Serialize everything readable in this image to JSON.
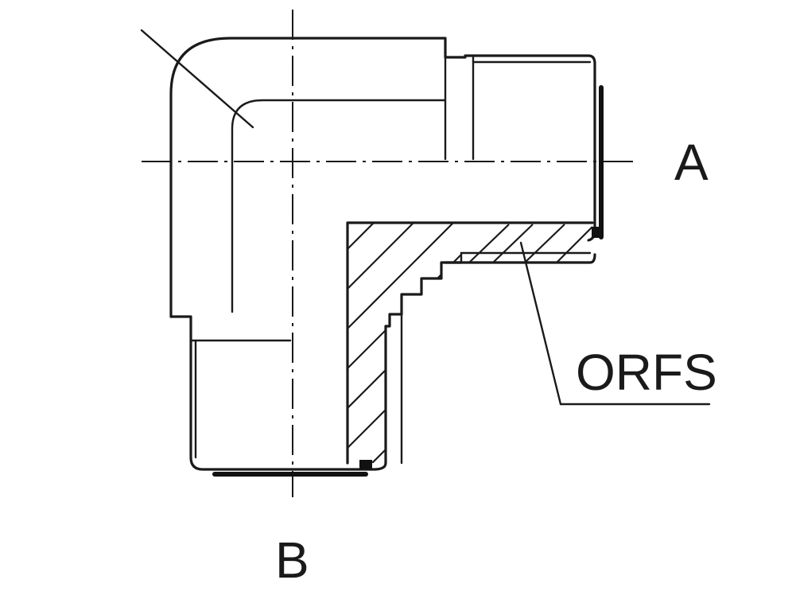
{
  "diagram": {
    "labels": {
      "port_a": "A",
      "port_b": "B",
      "seal_callout": "ORFS"
    },
    "colors": {
      "line": "#1a1a1a",
      "background": "#ffffff"
    }
  }
}
